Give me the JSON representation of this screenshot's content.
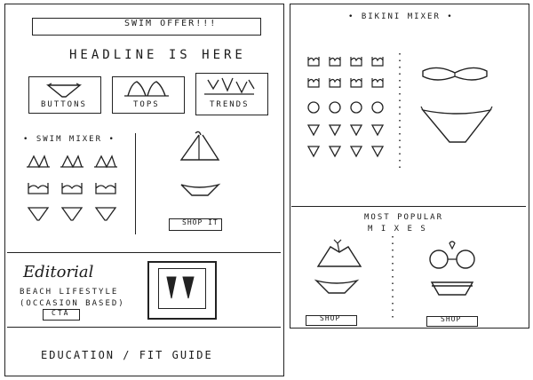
{
  "left": {
    "banner": "SWIM OFFER!!!",
    "headline": "HEADLINE IS HERE",
    "categories": [
      {
        "label": "BUTTONS",
        "icon": "bikini-bottom-icon"
      },
      {
        "label": "TOPS",
        "icon": "bikini-top-icon"
      },
      {
        "label": "TRENDS",
        "icon": "trend-figures-icon"
      }
    ],
    "swim_mixer": {
      "title": "• SWIM MIXER •",
      "shop_button": "SHOP IT"
    },
    "editorial": {
      "title": "Editorial",
      "line1": "BEACH LIFESTYLE",
      "line2": "(OCCASION BASED)",
      "cta": "CTA"
    },
    "footer": "EDUCATION / FIT GUIDE"
  },
  "right": {
    "bikini_mixer_title": "• BIKINI MIXER •",
    "most_popular_title": "MOST POPULAR",
    "mixes_title": "M I X E S",
    "shop_buttons": [
      "SHOP",
      "SHOP"
    ]
  }
}
